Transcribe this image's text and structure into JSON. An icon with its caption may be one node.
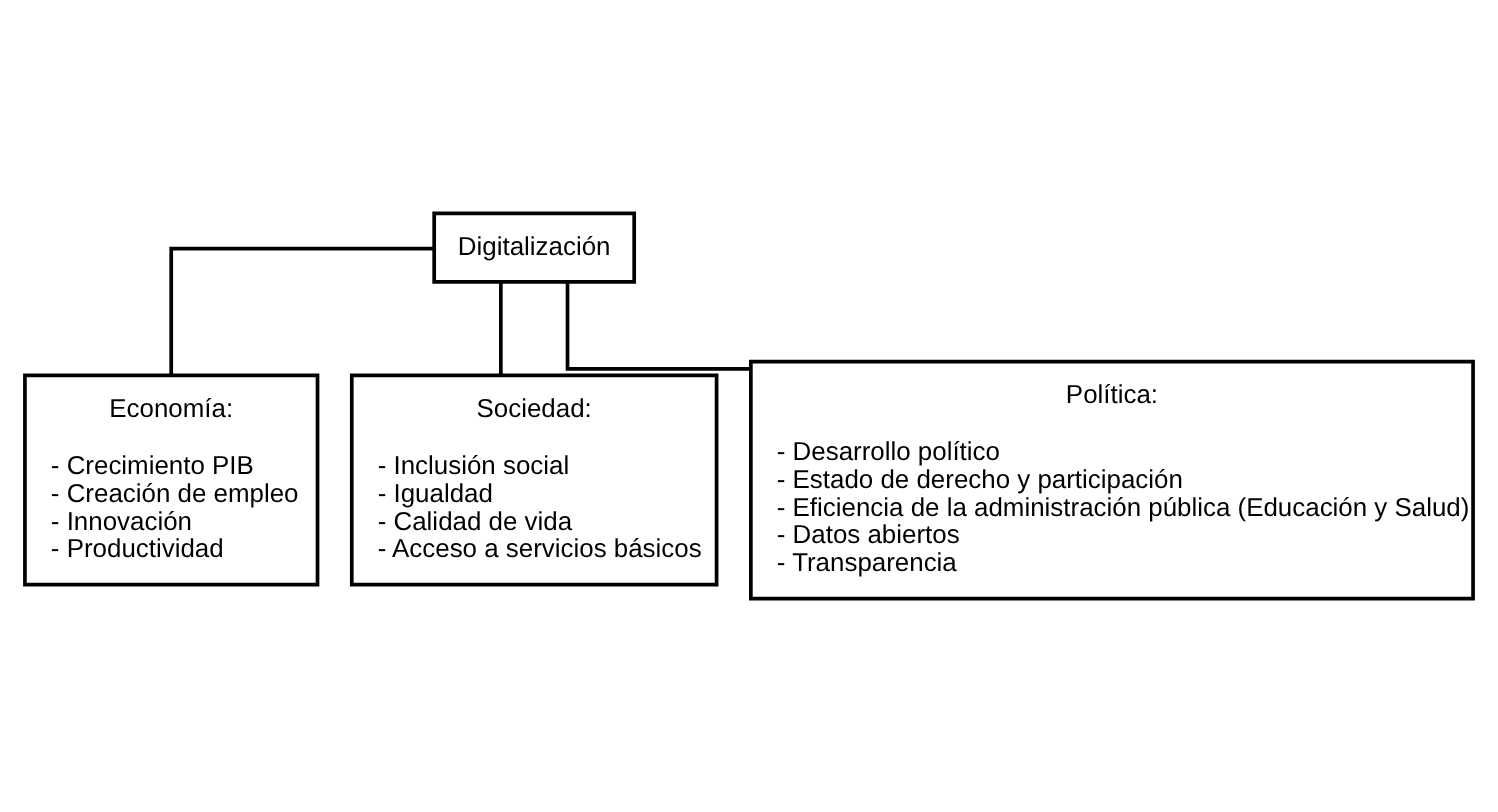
{
  "diagram": {
    "nodes": [
      {
        "text": [
          "Digitalización"
        ]
      },
      {
        "text": [
          "Economía:",
          "- Crecimiento PIB",
          "- Creación de empleo",
          "- Innovación",
          "- Productividad"
        ]
      },
      {
        "text": [
          "Sociedad:",
          "- Inclusión social",
          "- Igualdad",
          "- Calidad de vida",
          "- Acceso a servicios básicos"
        ]
      },
      {
        "text": [
          "Política:",
          "- Desarrollo político",
          "- Estado de derecho y participación",
          "- Eficiencia de la administración pública (Educación y Salud)",
          "- Datos abiertos",
          "- Transparencia"
        ]
      }
    ],
    "edges": [
      {
        "from": 0,
        "to": 1,
        "arrow": "none"
      },
      {
        "from": 0,
        "to": 2,
        "arrow": "none"
      },
      {
        "from": 0,
        "to": 3,
        "arrow": "none"
      }
    ]
  }
}
